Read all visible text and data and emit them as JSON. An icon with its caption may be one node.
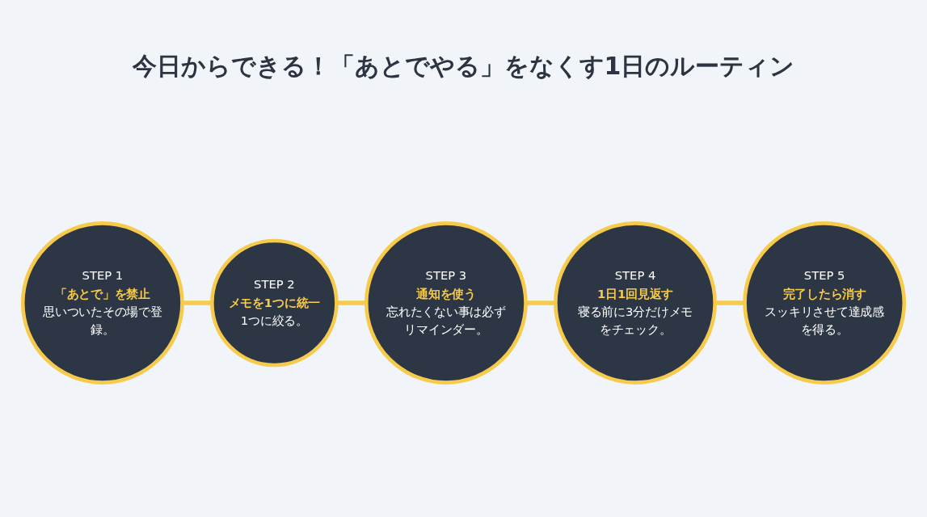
{
  "diagram": {
    "title": "今日からできる！「あとでやる」をなくす1日のルーティン",
    "nodes": [
      {
        "text": [
          "STEP 1",
          "「あとで」を禁止",
          "思いついたその場で登録。"
        ]
      },
      {
        "text": [
          "STEP 2",
          "メモを1つに統一",
          "1つに絞る。"
        ]
      },
      {
        "text": [
          "STEP 3",
          "通知を使う",
          "忘れたくない事は必ずリマインダー。"
        ]
      },
      {
        "text": [
          "STEP 4",
          "1日1回見返す",
          "寝る前に3分だけメモをチェック。"
        ]
      },
      {
        "text": [
          "STEP 5",
          "完了したら消す",
          "スッキリさせて達成感を得る。"
        ]
      }
    ],
    "edges": [
      {
        "from": 0,
        "to": 1,
        "arrow": "none"
      },
      {
        "from": 1,
        "to": 2,
        "arrow": "none"
      },
      {
        "from": 2,
        "to": 3,
        "arrow": "none"
      },
      {
        "from": 3,
        "to": 4,
        "arrow": "none"
      }
    ]
  }
}
